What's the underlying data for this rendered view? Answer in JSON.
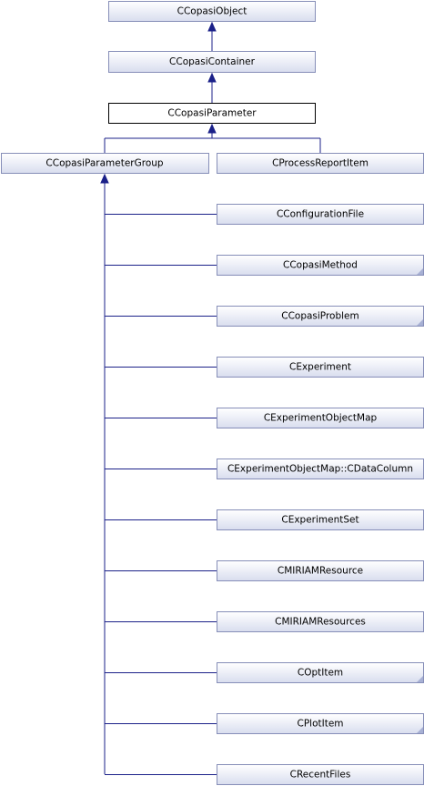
{
  "diagram": {
    "nodes": {
      "copasi_object": "CCopasiObject",
      "copasi_container": "CCopasiContainer",
      "copasi_parameter": "CCopasiParameter",
      "copasi_parameter_group": "CCopasiParameterGroup",
      "process_report_item": "CProcessReportItem",
      "configuration_file": "CConfigurationFile",
      "copasi_method": "CCopasiMethod",
      "copasi_problem": "CCopasiProblem",
      "experiment": "CExperiment",
      "experiment_object_map": "CExperimentObjectMap",
      "experiment_object_map_data_column": "CExperimentObjectMap::CDataColumn",
      "experiment_set": "CExperimentSet",
      "miriam_resource": "CMIRIAMResource",
      "miriam_resources": "CMIRIAMResources",
      "opt_item": "COptItem",
      "plot_item": "CPlotItem",
      "recent_files": "CRecentFiles"
    },
    "colors": {
      "node_fill_top": "#ffffff",
      "node_fill_bottom": "#dde2f0",
      "node_border": "#868eb8",
      "current_node_border": "#000000",
      "edge": "#1b2189"
    }
  }
}
